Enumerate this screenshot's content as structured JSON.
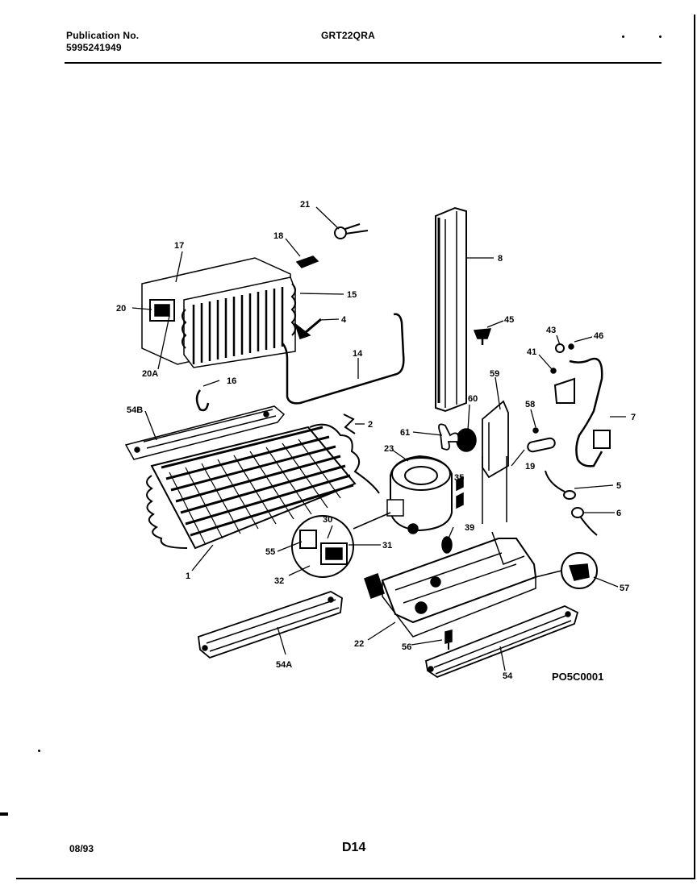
{
  "header": {
    "publication_label": "Publication No.",
    "publication_number": "5995241949",
    "model": "GRT22QRA"
  },
  "footer": {
    "date": "08/93",
    "page_code": "D14"
  },
  "diagram": {
    "figure_code": "PO5C0001",
    "callouts": {
      "c21": "21",
      "c18": "18",
      "c17": "17",
      "c15": "15",
      "c20": "20",
      "c20a": "20A",
      "c4": "4",
      "c14": "14",
      "c16": "16",
      "c54b": "54B",
      "c2": "2",
      "c8": "8",
      "c45": "45",
      "c43": "43",
      "c46": "46",
      "c41": "41",
      "c7": "7",
      "c59": "59",
      "c60": "60",
      "c61": "61",
      "c58": "58",
      "c19": "19",
      "c23": "23",
      "c35": "35",
      "c39": "39",
      "c5": "5",
      "c6": "6",
      "c30": "30",
      "c55": "55",
      "c31": "31",
      "c32": "32",
      "c1": "1",
      "c57": "57",
      "c22": "22",
      "c56": "56",
      "c54a": "54A",
      "c54": "54"
    }
  }
}
